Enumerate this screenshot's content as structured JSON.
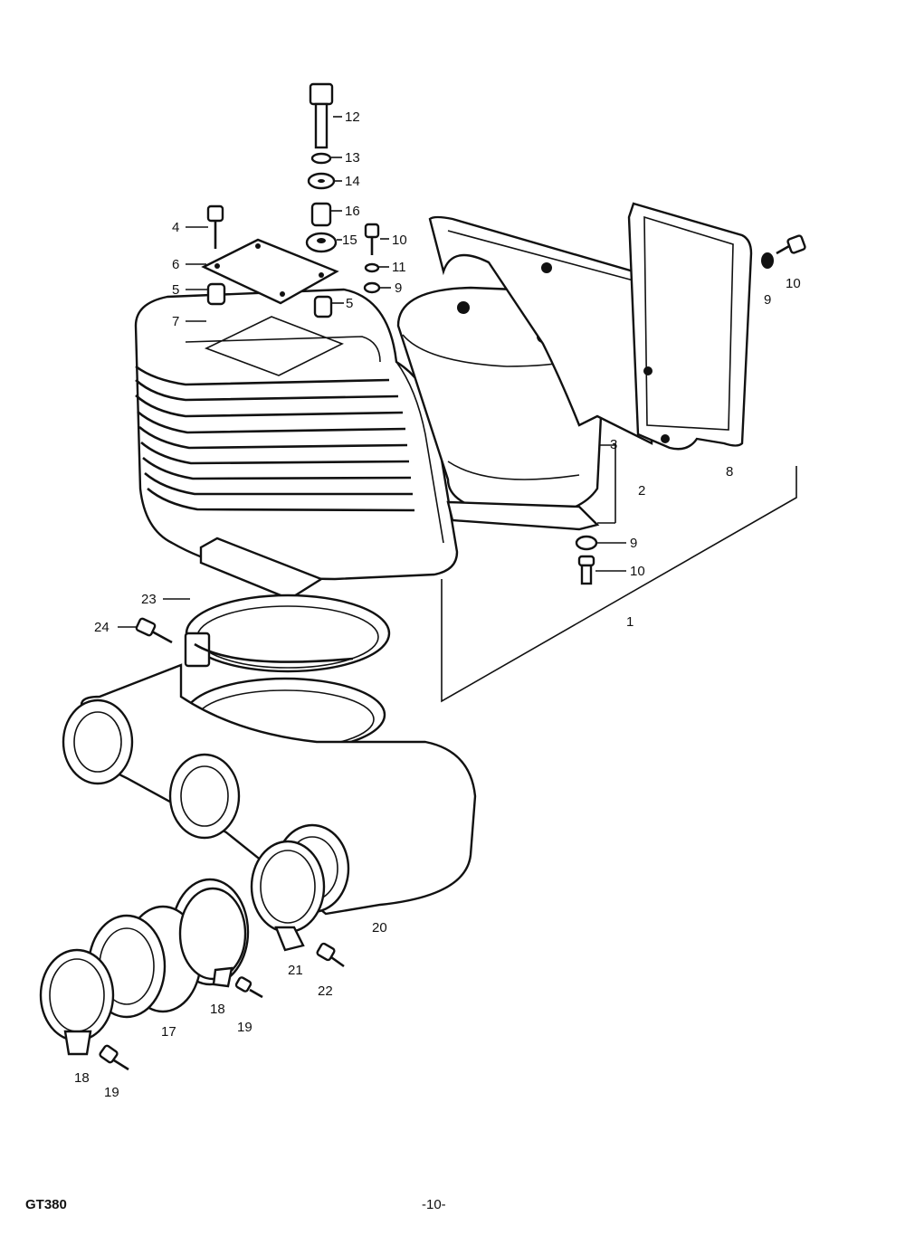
{
  "footer": {
    "model_code": "GT380",
    "page_number": "-10-"
  },
  "callouts": {
    "c1": "1",
    "c2": "2",
    "c3": "3",
    "c4": "4",
    "c5a": "5",
    "c5b": "5",
    "c6": "6",
    "c7": "7",
    "c8": "8",
    "c9a": "9",
    "c9b": "9",
    "c9c": "9",
    "c10a": "10",
    "c10b": "10",
    "c10c": "10",
    "c11": "11",
    "c12": "12",
    "c13": "13",
    "c14": "14",
    "c15": "15",
    "c16": "16",
    "c17": "17",
    "c18a": "18",
    "c18b": "18",
    "c19a": "19",
    "c19b": "19",
    "c20": "20",
    "c21": "21",
    "c22": "22",
    "c23": "23",
    "c24": "24"
  }
}
